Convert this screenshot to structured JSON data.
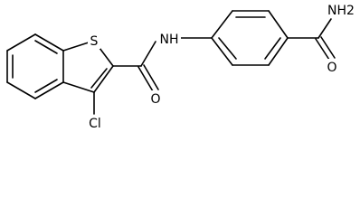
{
  "molecule": {
    "atoms": {
      "sulfur": "S",
      "nh": "NH",
      "nh2": "NH2",
      "carbonyl_o_left": "O",
      "carbonyl_o_right": "O",
      "chlorine": "Cl"
    }
  },
  "colors": {
    "bond": "#000000",
    "background": "#ffffff"
  }
}
